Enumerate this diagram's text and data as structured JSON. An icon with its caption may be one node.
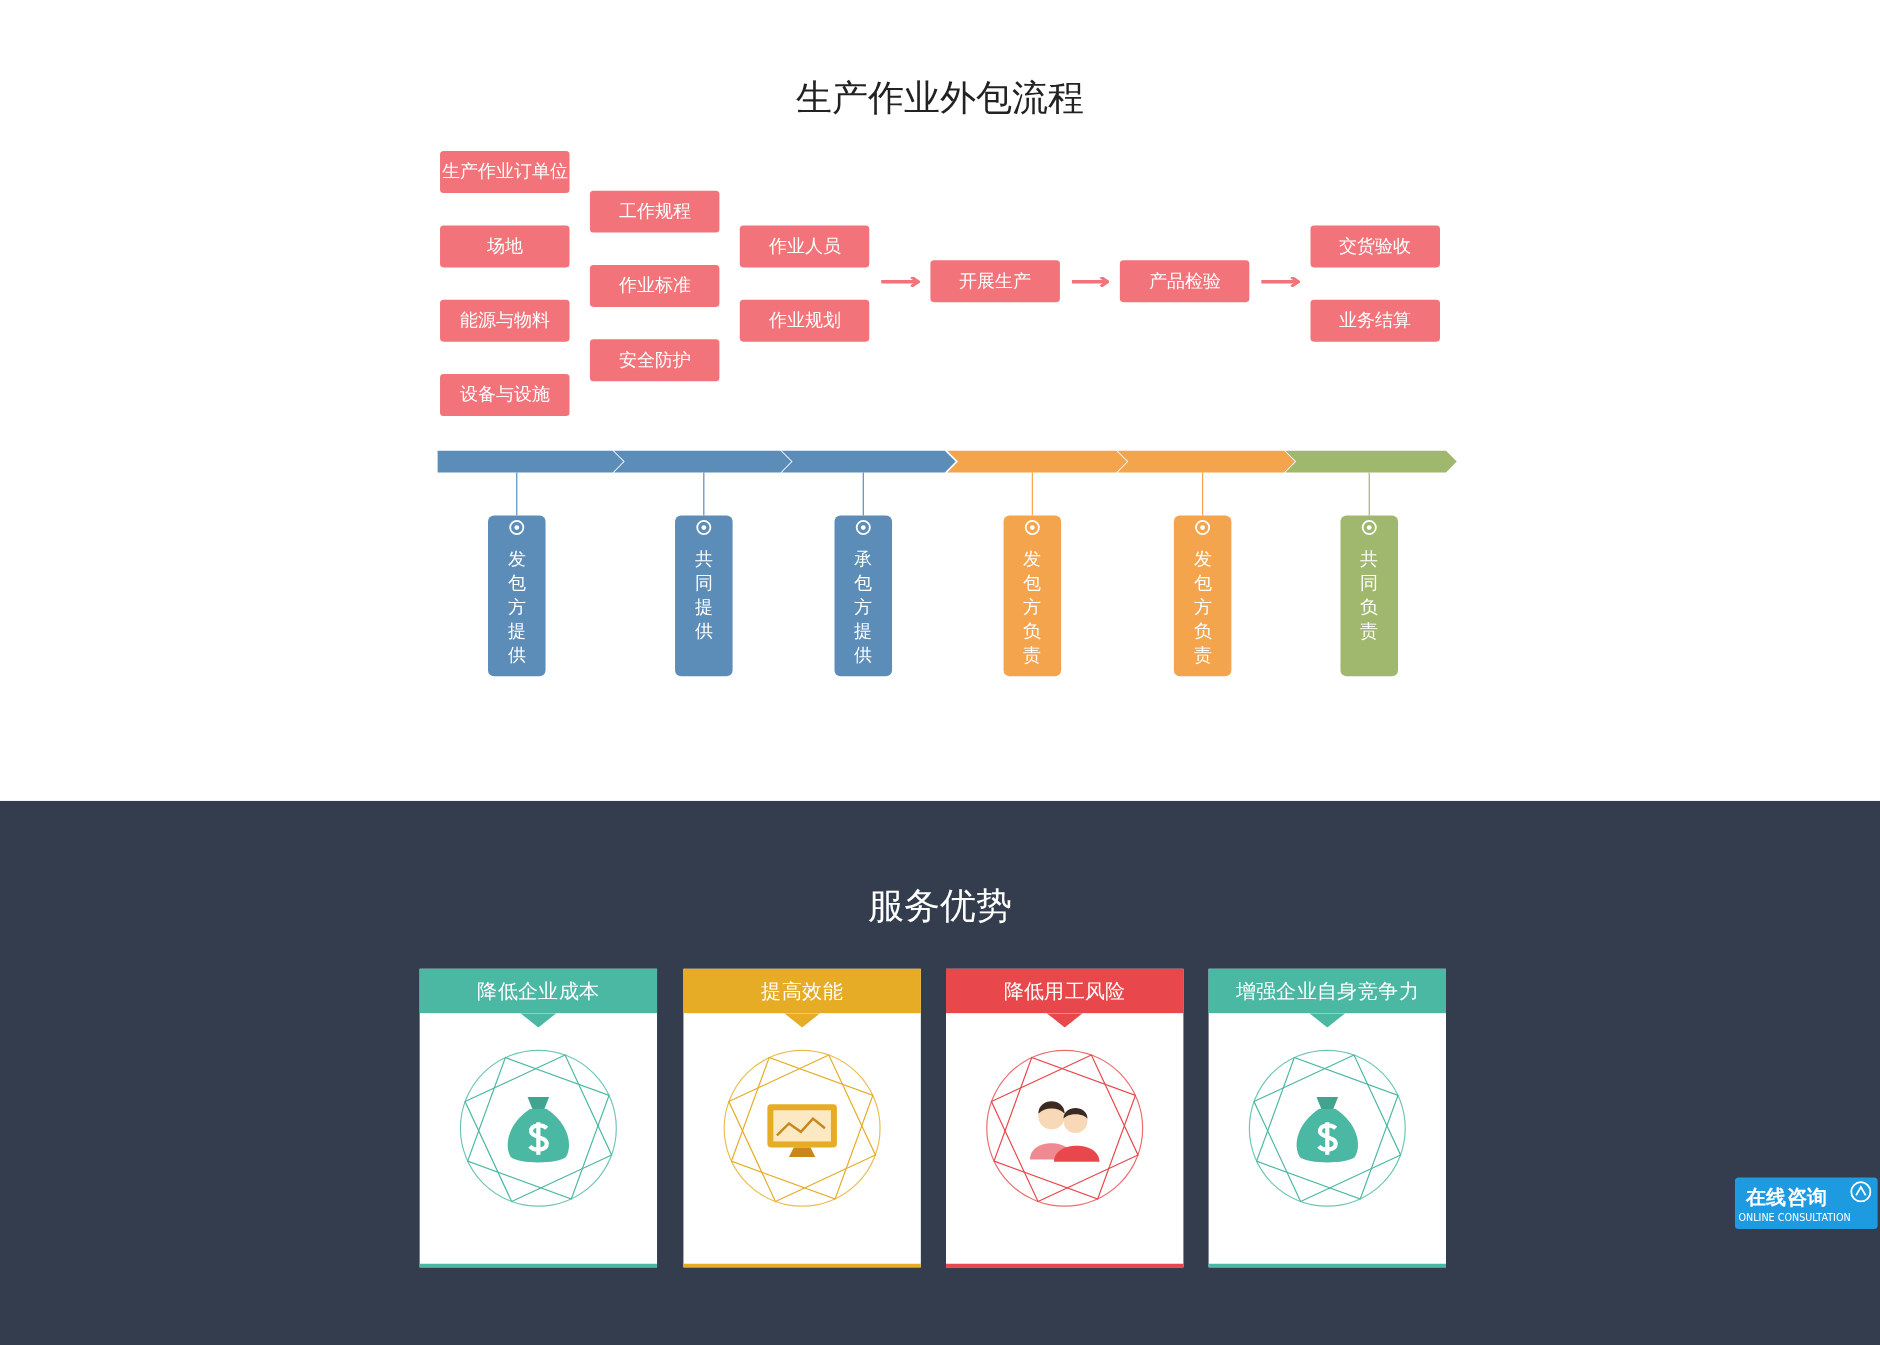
{
  "diagram": {
    "title": "生产作业外包流程",
    "nodes": [
      {
        "text": [
          "生产作业订单位"
        ]
      },
      {
        "text": [
          "场地"
        ]
      },
      {
        "text": [
          "能源与物料"
        ]
      },
      {
        "text": [
          "设备与设施"
        ]
      },
      {
        "text": [
          "工作规程"
        ]
      },
      {
        "text": [
          "作业标准"
        ]
      },
      {
        "text": [
          "安全防护"
        ]
      },
      {
        "text": [
          "作业人员"
        ]
      },
      {
        "text": [
          "作业规划"
        ]
      },
      {
        "text": [
          "开展生产"
        ]
      },
      {
        "text": [
          "产品检验"
        ]
      },
      {
        "text": [
          "交货验收"
        ]
      },
      {
        "text": [
          "业务结算"
        ]
      },
      {
        "text": [],
        "shape": "bar"
      },
      {
        "text": [
          "发包方提供"
        ]
      },
      {
        "text": [
          "共同提供"
        ]
      },
      {
        "text": [
          "承包方提供"
        ]
      },
      {
        "text": [
          "发包方负责"
        ]
      },
      {
        "text": [
          "发包方负责"
        ]
      },
      {
        "text": [
          "共同负责"
        ]
      },
      {
        "text": [
          "降低企业成本"
        ]
      },
      {
        "text": [
          "提高效能"
        ]
      },
      {
        "text": [
          "降低用工风险"
        ]
      },
      {
        "text": [
          "增强企业自身竞争力"
        ]
      }
    ],
    "edges": [
      {
        "from": 7,
        "to": 9,
        "arrow": "to"
      },
      {
        "from": 8,
        "to": 9,
        "arrow": "to"
      },
      {
        "from": 9,
        "to": 10,
        "arrow": "to"
      },
      {
        "from": 10,
        "to": 11,
        "arrow": "to"
      },
      {
        "from": 10,
        "to": 12,
        "arrow": "to"
      },
      {
        "from": 14,
        "to": 13,
        "arrow": "none",
        "color": "#5b8db8"
      },
      {
        "from": 15,
        "to": 13,
        "arrow": "none",
        "color": "#5b8db8"
      },
      {
        "from": 16,
        "to": 13,
        "arrow": "none",
        "color": "#5b8db8"
      },
      {
        "from": 17,
        "to": 13,
        "arrow": "none",
        "color": "#f4a44c"
      },
      {
        "from": 18,
        "to": 13,
        "arrow": "none",
        "color": "#f4a44c"
      },
      {
        "from": 19,
        "to": 13,
        "arrow": "none",
        "color": "#a0b86e"
      }
    ],
    "labels": [
      "服务优势",
      "在线咨询",
      "ONLINE CONSULTATION"
    ]
  }
}
